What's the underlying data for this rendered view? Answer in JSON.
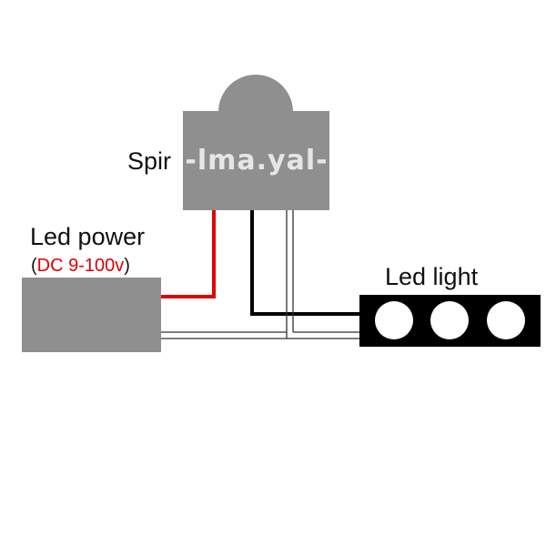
{
  "colors": {
    "background": "#ffffff",
    "box_gray": "#8f8f8f",
    "led_strip": "#000000",
    "led_dot": "#ffffff",
    "wire_red": "#e00000",
    "wire_black": "#000000",
    "wire_white_outline": "#333333",
    "red_text": "#e00000",
    "watermark": "#e6e6e6"
  },
  "labels": {
    "spir": "Spir",
    "led_power": "Led power",
    "led_power_spec_open": "(",
    "led_power_spec": "DC 9-100v",
    "led_power_spec_close": ")",
    "led_light": "Led light"
  },
  "watermark": "-lma.yal-",
  "components": {
    "sensor": {
      "icon": "pir-sensor-dome-icon"
    },
    "power_supply": {
      "icon": "power-supply-box-icon"
    },
    "led_strip": {
      "icon": "led-strip-icon",
      "led_count": 3
    }
  },
  "wires": [
    {
      "color": "red",
      "from": "power_supply",
      "to": "sensor"
    },
    {
      "color": "black",
      "from": "sensor",
      "to": "led_strip"
    },
    {
      "color": "white",
      "from": "sensor",
      "to": "led_strip"
    },
    {
      "color": "white",
      "from": "power_supply",
      "to": "led_strip"
    }
  ]
}
